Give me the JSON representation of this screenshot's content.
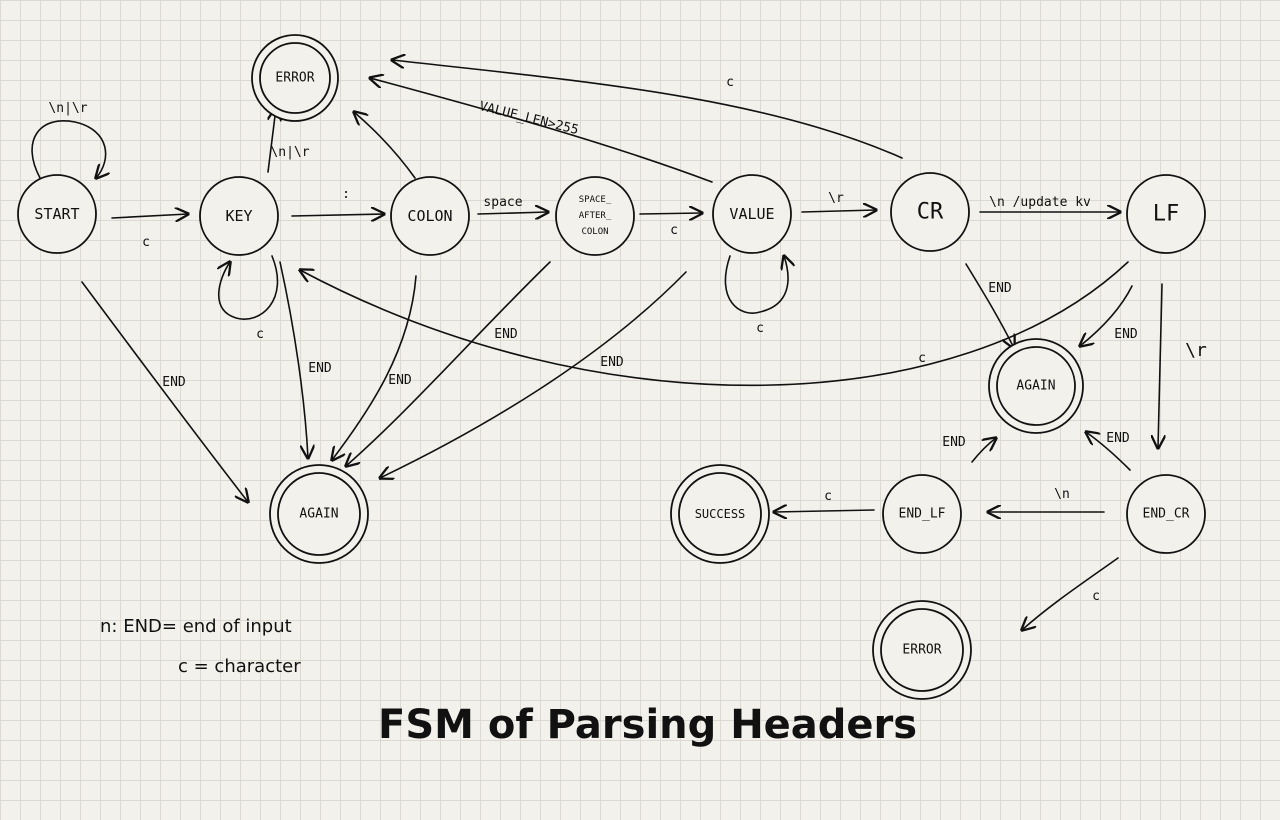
{
  "title": "FSM of Parsing Headers",
  "legend": {
    "line1": "n: END= end of input",
    "line2": "c = character"
  },
  "states": {
    "start": "START",
    "key": "KEY",
    "colon": "COLON",
    "space_after_colon": [
      "SPACE_",
      "AFTER_",
      "COLON"
    ],
    "value": "VALUE",
    "cr": "CR",
    "lf": "LF",
    "error_top": "ERROR",
    "again_left": "AGAIN",
    "again_right": "AGAIN",
    "success": "SUCCESS",
    "end_lf": "END_LF",
    "end_cr": "END_CR",
    "error_bottom": "ERROR"
  },
  "edges": {
    "start_self": "\\n|\\r",
    "start_key": "c",
    "key_colon": ":",
    "key_self": "c",
    "key_error": "\\n|\\r",
    "colon_space": "space",
    "space_value": "c",
    "value_cr": "\\r",
    "value_self": "c",
    "value_error": "VALUE_LEN>255",
    "cr_error": "c",
    "cr_lf": "\\n /update kv",
    "lf_key": "c",
    "lf_endcr": "\\r",
    "start_again": "END",
    "key_again": "END",
    "colon_again": "END",
    "space_again": "END",
    "value_again": "END",
    "cr_again": "END",
    "lf_again": "END",
    "endlf_again": "END",
    "endcr_again": "END",
    "endcr_endlf": "\\n",
    "endlf_success": "c",
    "endcr_error": "c"
  }
}
